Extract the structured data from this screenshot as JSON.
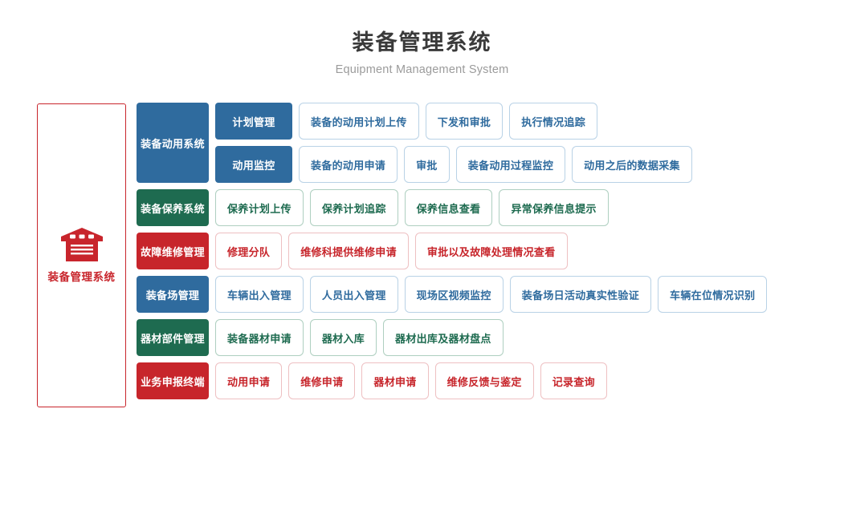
{
  "header": {
    "title": "装备管理系统",
    "subtitle": "Equipment Management System"
  },
  "hero": {
    "icon": "warehouse-icon",
    "label": "装备管理系统",
    "border_color": "#c8252c",
    "text_color": "#c8252c"
  },
  "palette": {
    "blue": "#2f6b9e",
    "green": "#1e6b50",
    "red": "#c7252b",
    "blue_border": "#b9d2e6",
    "green_border": "#aecfc0",
    "red_border": "#eec0c2",
    "title_color": "#3a3a3a",
    "subtitle_color": "#9b9b9b"
  },
  "diagram": {
    "rows": [
      {
        "category": "装备动用系统",
        "color": "blue",
        "tall": true,
        "subrows": [
          {
            "mid": "计划管理",
            "leaves": [
              "装备的动用计划上传",
              "下发和审批",
              "执行情况追踪"
            ]
          },
          {
            "mid": "动用监控",
            "leaves": [
              "装备的动用申请",
              "审批",
              "装备动用过程监控",
              "动用之后的数据采集"
            ]
          }
        ]
      },
      {
        "category": "装备保养系统",
        "color": "green",
        "tall": false,
        "leaves": [
          "保养计划上传",
          "保养计划追踪",
          "保养信息查看",
          "异常保养信息提示"
        ]
      },
      {
        "category": "故障维修管理",
        "color": "red",
        "tall": false,
        "leaves": [
          "修理分队",
          "维修科提供维修申请",
          "审批以及故障处理情况查看"
        ]
      },
      {
        "category": "装备场管理",
        "color": "blue",
        "tall": false,
        "leaves": [
          "车辆出入管理",
          "人员出入管理",
          "现场区视频监控",
          "装备场日活动真实性验证",
          "车辆在位情况识别"
        ]
      },
      {
        "category": "器材部件管理",
        "color": "green",
        "tall": false,
        "leaves": [
          "装备器材申请",
          "器材入库",
          "器材出库及器材盘点"
        ]
      },
      {
        "category": "业务申报终端",
        "color": "red",
        "tall": false,
        "leaves": [
          "动用申请",
          "维修申请",
          "器材申请",
          "维修反馈与鉴定",
          "记录查询"
        ]
      }
    ]
  }
}
